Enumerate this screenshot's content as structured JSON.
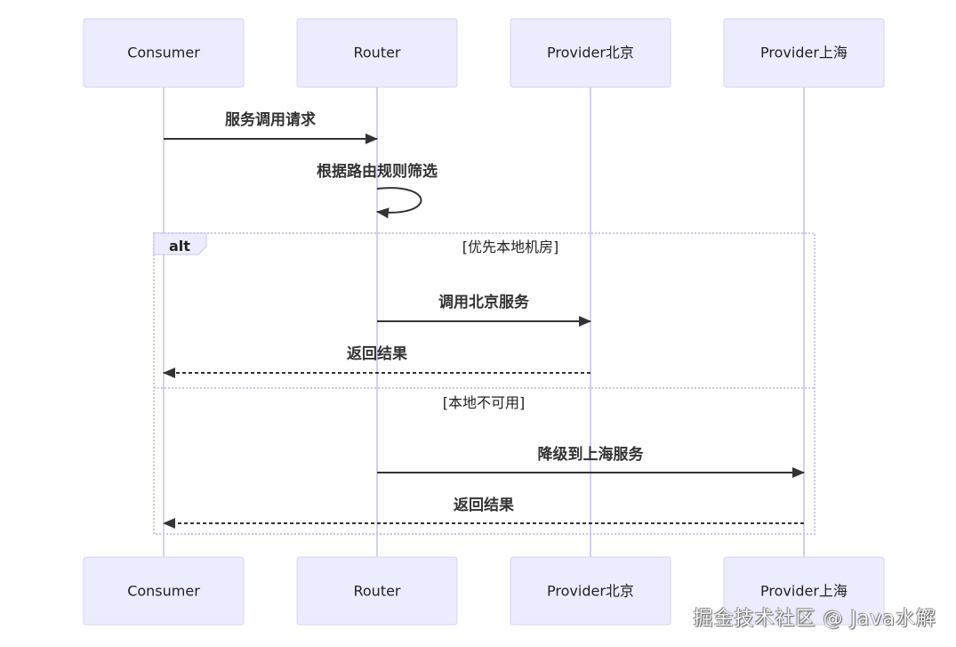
{
  "diagram": {
    "type": "sequence",
    "participants": [
      {
        "id": "consumer",
        "label": "Consumer"
      },
      {
        "id": "router",
        "label": "Router"
      },
      {
        "id": "beijing",
        "label": "Provider北京"
      },
      {
        "id": "shanghai",
        "label": "Provider上海"
      }
    ],
    "messages": [
      {
        "from": "consumer",
        "to": "router",
        "label": "服务调用请求",
        "style": "solid"
      },
      {
        "from": "router",
        "to": "router",
        "label": "根据路由规则筛选",
        "style": "solid",
        "self": true
      },
      {
        "from": "router",
        "to": "beijing",
        "label": "调用北京服务",
        "style": "solid"
      },
      {
        "from": "beijing",
        "to": "consumer",
        "label": "返回结果",
        "style": "dashed"
      },
      {
        "from": "router",
        "to": "shanghai",
        "label": "降级到上海服务",
        "style": "solid"
      },
      {
        "from": "shanghai",
        "to": "consumer",
        "label": "返回结果",
        "style": "dashed"
      }
    ],
    "fragment": {
      "type": "alt",
      "label": "alt",
      "conditions": [
        "[优先本地机房]",
        "[本地不可用]"
      ]
    }
  },
  "watermark": "掘金技术社区 @ Java水解"
}
